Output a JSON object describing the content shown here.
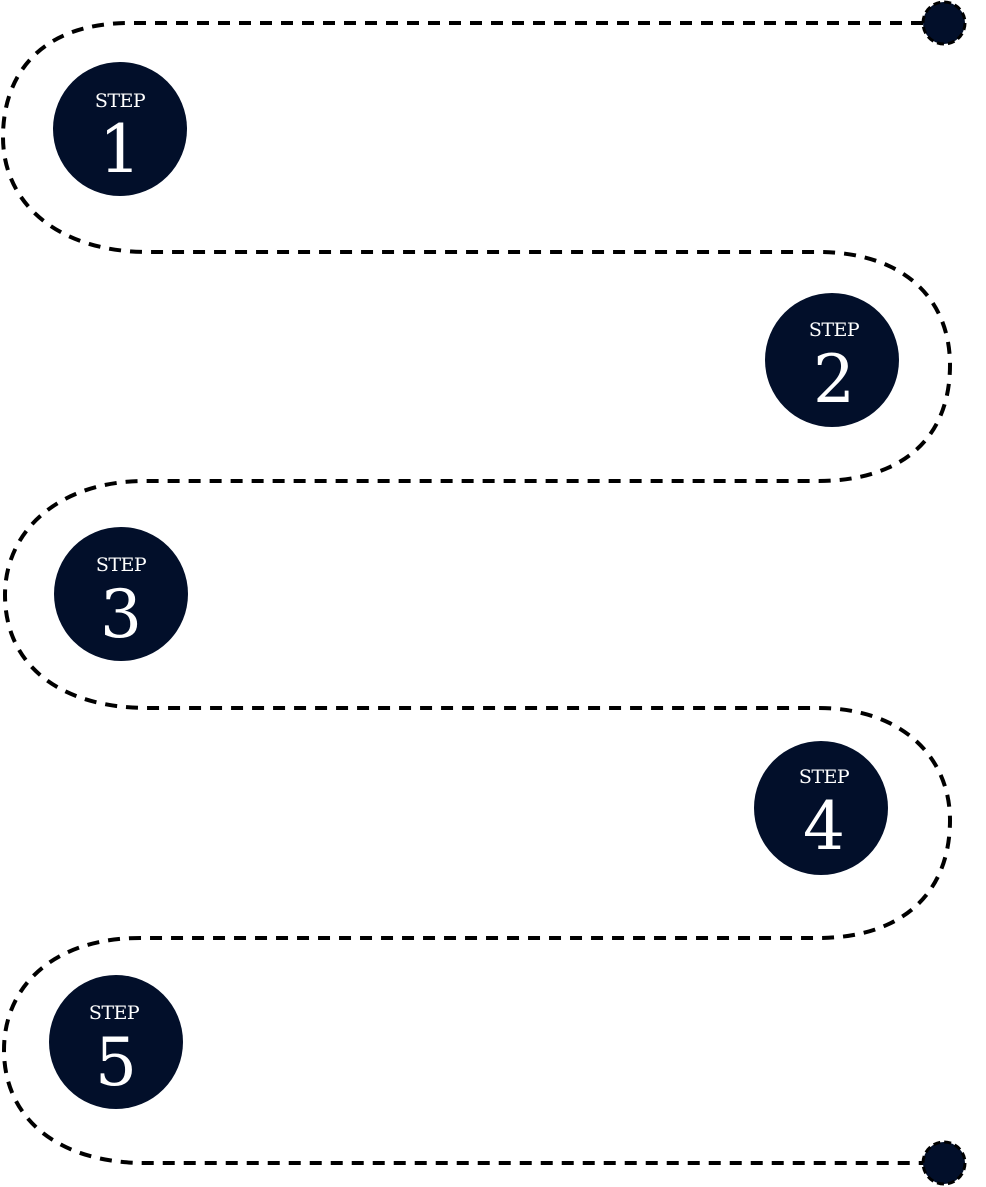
{
  "steps": [
    {
      "label": "STEP",
      "number": "1"
    },
    {
      "label": "STEP",
      "number": "2"
    },
    {
      "label": "STEP",
      "number": "3"
    },
    {
      "label": "STEP",
      "number": "4"
    },
    {
      "label": "STEP",
      "number": "5"
    }
  ],
  "colors": {
    "circle_fill": "#020f2a",
    "text": "#ffffff",
    "path": "#000000"
  }
}
